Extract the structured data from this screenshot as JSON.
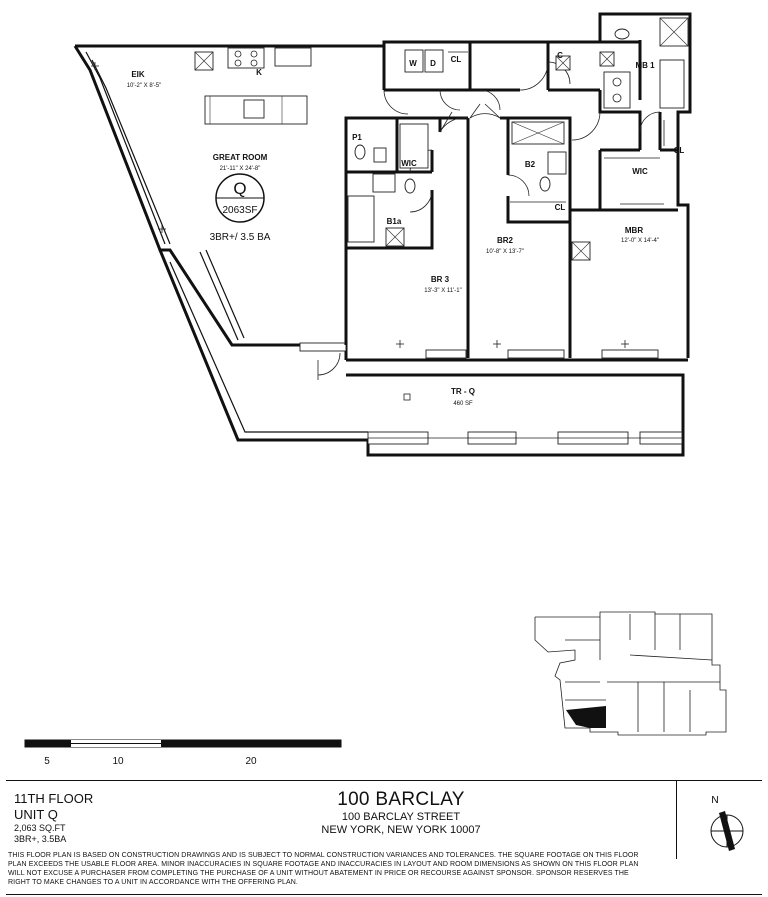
{
  "unit_badge": {
    "letter": "Q",
    "area": "2063SF",
    "summary": "3BR+/ 3.5 BA"
  },
  "rooms": {
    "eik": {
      "label": "EIK",
      "dim": "10'-2\" X 8'-5\""
    },
    "kitchen": {
      "label": "K"
    },
    "great_room": {
      "label": "GREAT ROOM",
      "dim": "21'-11\" X 24'-8\""
    },
    "p1": {
      "label": "P1"
    },
    "wic_br3": {
      "label": "WIC"
    },
    "b1a": {
      "label": "B1a"
    },
    "br3": {
      "label": "BR 3",
      "dim": "13'-3\" X 11'-1\""
    },
    "w": {
      "label": "W"
    },
    "d": {
      "label": "D"
    },
    "cl_laundry": {
      "label": "CL"
    },
    "cl_hall": {
      "label": "C"
    },
    "b2": {
      "label": "B2"
    },
    "cl_br2": {
      "label": "CL"
    },
    "br2": {
      "label": "BR2",
      "dim": "10'-8\" X 13'-7\""
    },
    "mb1": {
      "label": "MB 1"
    },
    "cl_mbr": {
      "label": "CL"
    },
    "wic_mbr": {
      "label": "WIC"
    },
    "mbr": {
      "label": "MBR",
      "dim": "12'-0\" X 14'-4\""
    },
    "terrace": {
      "label": "TR - Q",
      "dim": "460 SF"
    }
  },
  "scale_bar": {
    "labels": [
      "5",
      "10",
      "20"
    ]
  },
  "title_block": {
    "floor": "11TH FLOOR",
    "unit": "UNIT Q",
    "area": "2,063 SQ.FT",
    "beds": "3BR+, 3.5BA",
    "building": "100 BARCLAY",
    "street": "100 BARCLAY STREET",
    "city": "NEW YORK, NEW YORK 10007",
    "north": "N",
    "disclaimer": "THIS FLOOR PLAN IS BASED ON CONSTRUCTION DRAWINGS AND IS SUBJECT TO NORMAL CONSTRUCTION VARIANCES AND TOLERANCES. THE SQUARE FOOTAGE ON THIS FLOOR PLAN EXCEEDS THE USABLE FLOOR AREA. MINOR INACCURACIES IN SQUARE FOOTAGE AND INACCURACIES IN LAYOUT AND ROOM DIMENSIONS AS SHOWN ON THIS FLOOR PLAN WILL NOT EXCUSE A PURCHASER FROM COMPLETING THE PURCHASE OF A UNIT WITHOUT ABATEMENT IN PRICE OR RECOURSE AGAINST SPONSOR. SPONSOR RESERVES THE RIGHT TO MAKE CHANGES TO A UNIT IN ACCORDANCE WITH THE OFFERING PLAN."
  }
}
